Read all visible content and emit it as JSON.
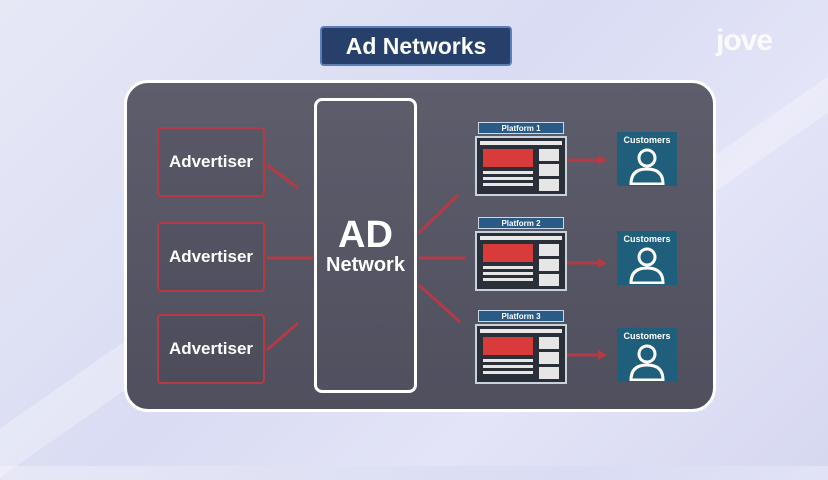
{
  "title": "Ad Networks",
  "logo": "jove",
  "advertisers": [
    "Advertiser",
    "Advertiser",
    "Advertiser"
  ],
  "network": {
    "line1": "AD",
    "line2": "Network"
  },
  "platforms": [
    "Platform 1",
    "Platform 2",
    "Platform 3"
  ],
  "customers": [
    "Customers",
    "Customers",
    "Customers"
  ],
  "colors": {
    "accent": "#b43a46",
    "title_bg": "#27406b",
    "customer_bg": "#1f5f7c",
    "hero": "#d93a3a"
  }
}
